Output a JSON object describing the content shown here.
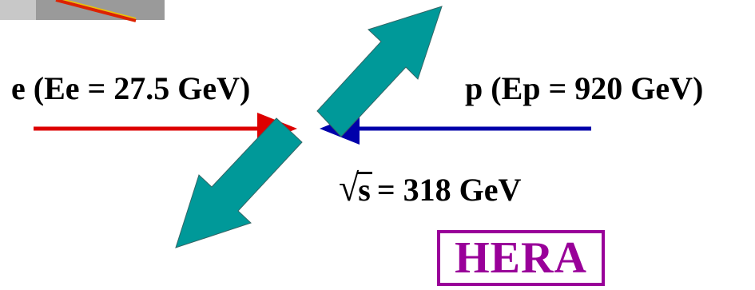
{
  "labels": {
    "electron": "e (Ee = 27.5 GeV)",
    "proton": "p (Ep = 920 GeV)",
    "energy_radicand": "s",
    "energy_value": "= 318 GeV",
    "logo": "HERA"
  },
  "colors": {
    "electron_beam": "#dd0000",
    "proton_beam": "#0000aa",
    "outgoing_arrows": "#009999",
    "logo": "#990099",
    "thumbnail_background": "#999999",
    "thumbnail_stripe": "#dd2200"
  }
}
